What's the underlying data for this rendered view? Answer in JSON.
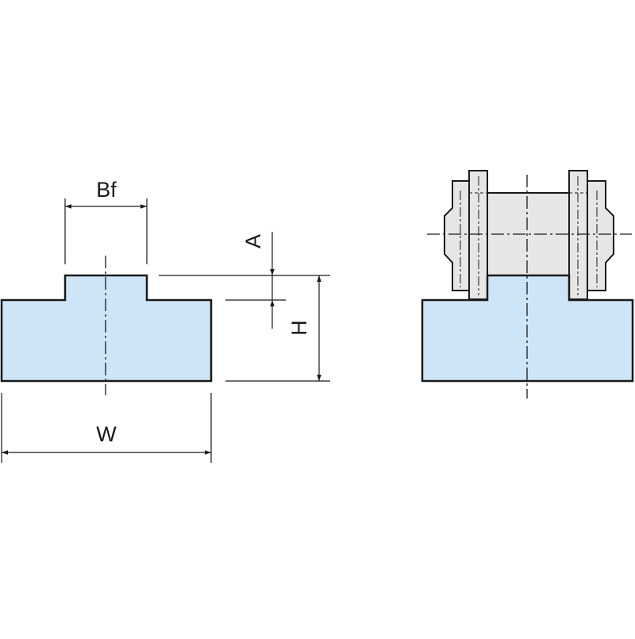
{
  "labels": {
    "bf": "Bf",
    "a": "A",
    "h": "H",
    "w": "W"
  },
  "colors": {
    "background": "#ffffff",
    "profile_fill": "#cde5f6",
    "chain_fill": "#e6e6e6",
    "stroke": "#1a1a1a"
  }
}
